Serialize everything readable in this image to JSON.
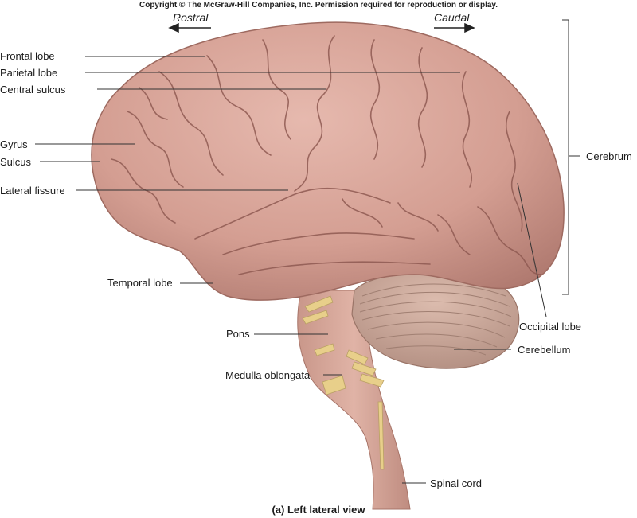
{
  "copyright": "Copyright © The McGraw-Hill Companies, Inc. Permission required for reproduction or display.",
  "directions": {
    "rostral": "Rostral",
    "caudal": "Caudal"
  },
  "labels": {
    "frontal_lobe": "Frontal lobe",
    "parietal_lobe": "Parietal lobe",
    "central_sulcus": "Central sulcus",
    "gyrus": "Gyrus",
    "sulcus": "Sulcus",
    "lateral_fissure": "Lateral fissure",
    "temporal_lobe": "Temporal lobe",
    "pons": "Pons",
    "medulla_oblongata": "Medulla oblongata",
    "cerebrum": "Cerebrum",
    "occipital_lobe": "Occipital lobe",
    "cerebellum": "Cerebellum",
    "spinal_cord": "Spinal cord"
  },
  "caption": "(a) Left lateral view",
  "colors": {
    "cortex": "#d7a397",
    "cortex_shadow": "#b57f75",
    "sulcus_line": "#8f5a52",
    "cerebellum": "#c8a293",
    "brainstem": "#d4a699",
    "nerve": "#e8cf8a",
    "leader": "#333333"
  }
}
